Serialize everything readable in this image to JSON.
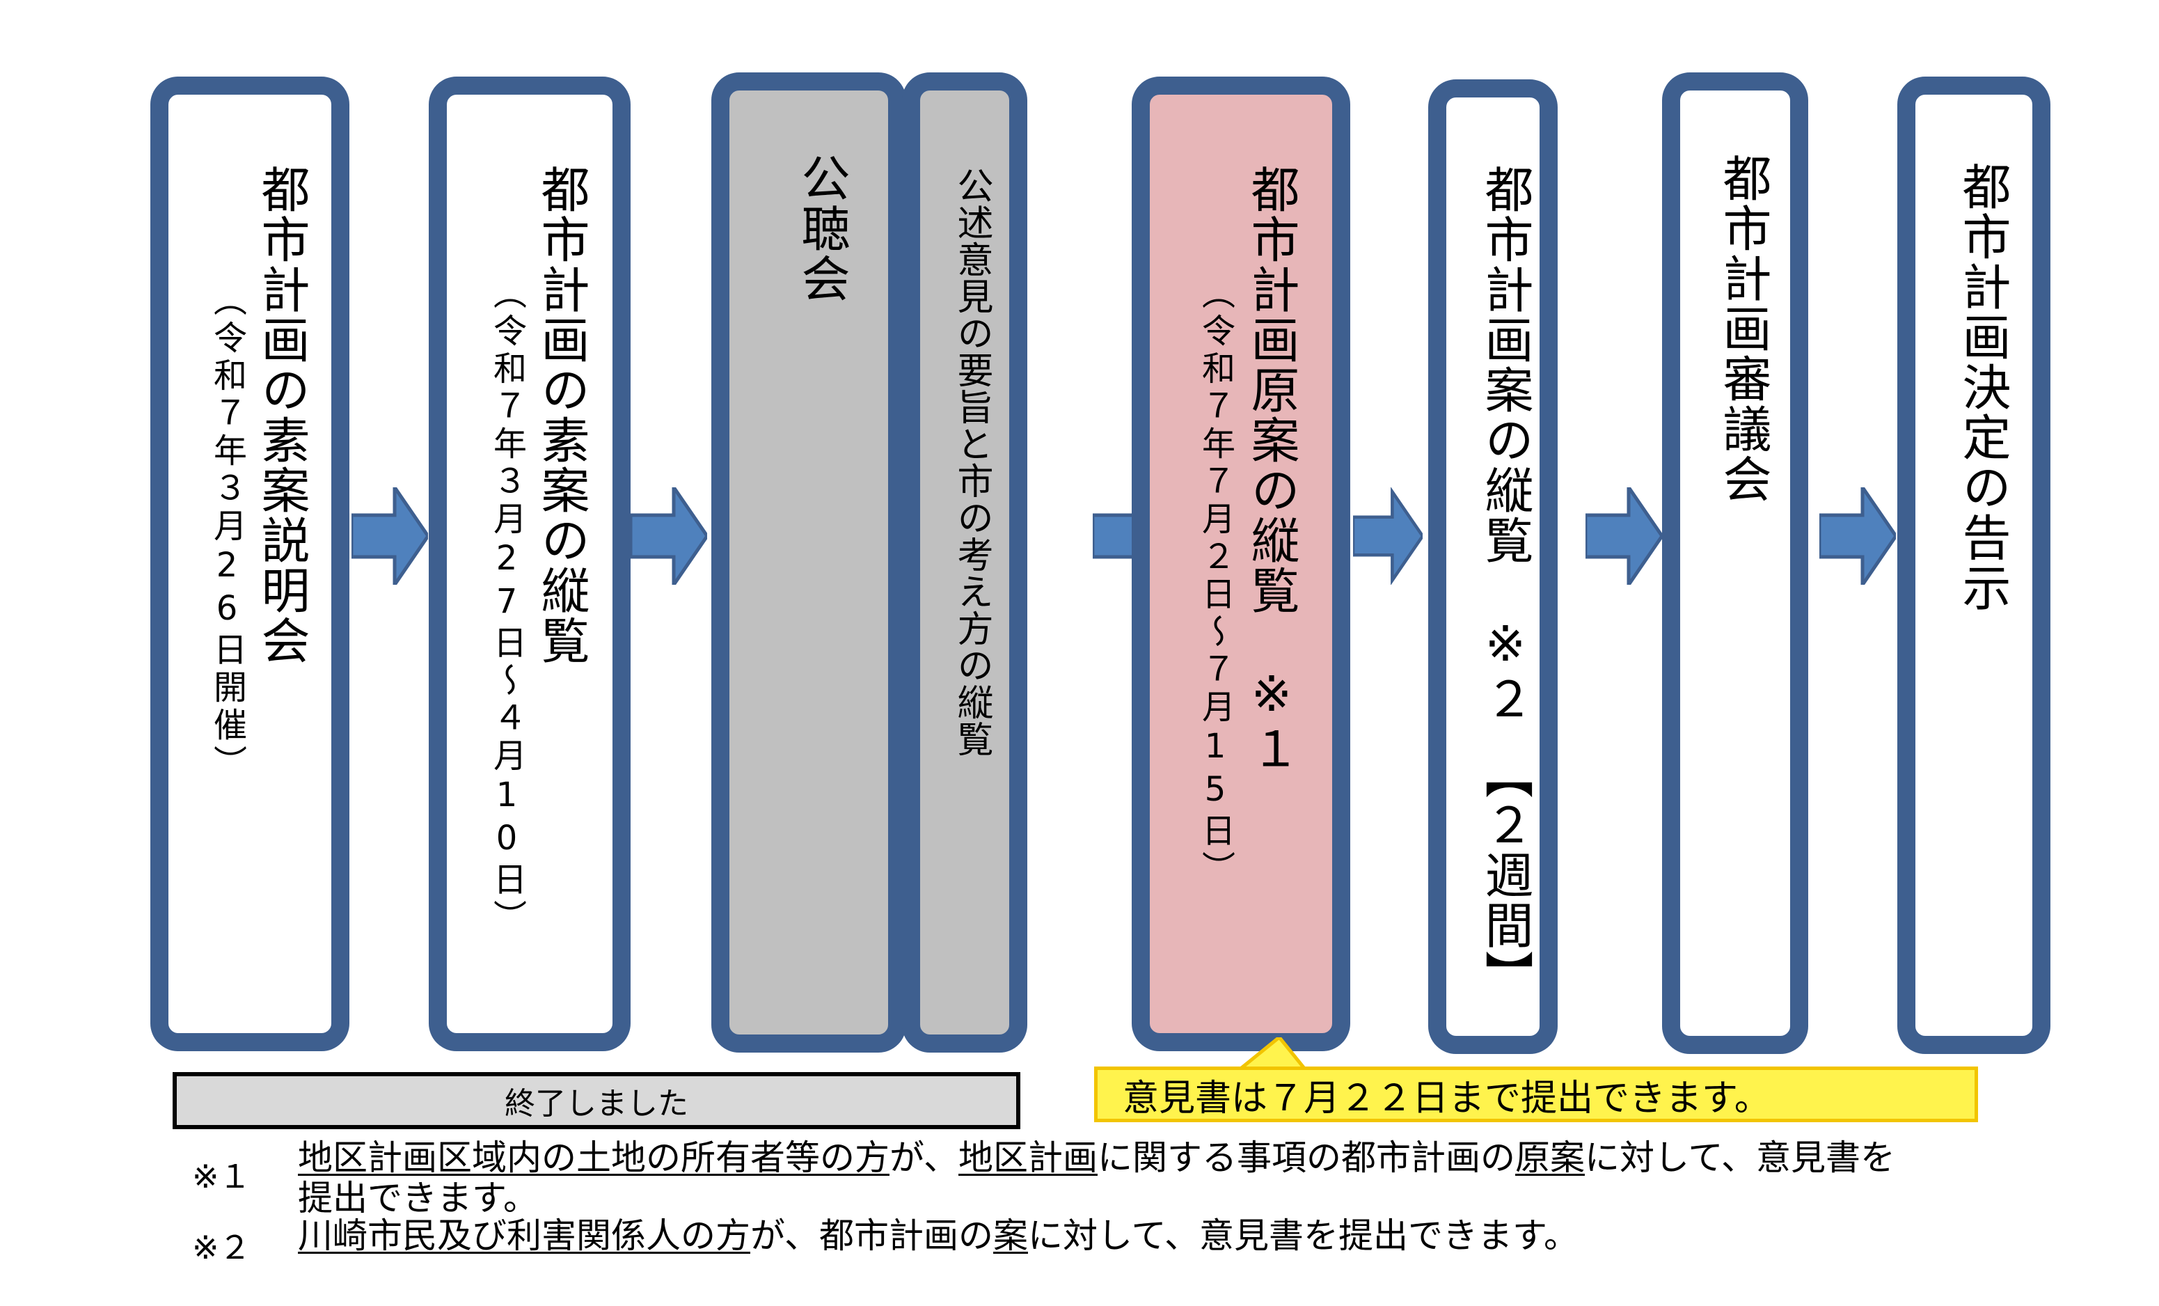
{
  "steps": [
    {
      "title": "都市計画の素案説明会",
      "sub": "（令和７年３月26日開催）"
    },
    {
      "title": "都市計画の素案の縦覧",
      "sub": "（令和７年３月27日～４月10日）"
    },
    {
      "title": "公聴会"
    },
    {
      "title": "公述意見の要旨と市の考え方の縦覧"
    },
    {
      "title": "都市計画原案の縦覧　※１",
      "sub": "（令和７年７月２日～７月15日）"
    },
    {
      "title": "都市計画案の縦覧　※２　【２週間】"
    },
    {
      "title": "都市計画審議会"
    },
    {
      "title": "都市計画決定の告示"
    }
  ],
  "status": "終了しました",
  "callout": "意見書は７月２２日まで提出できます。",
  "notes": [
    {
      "mark": "※１",
      "parts": [
        {
          "text": "地区計画区域内の土地の所有者等の方",
          "underline": true
        },
        {
          "text": "が、",
          "underline": false
        },
        {
          "text": "地区計画",
          "underline": true
        },
        {
          "text": "に関する事項の都市計画の",
          "underline": false
        },
        {
          "text": "原案",
          "underline": true
        },
        {
          "text": "に対して、意見書を",
          "underline": false
        }
      ],
      "line2": "提出できます。"
    },
    {
      "mark": "※２",
      "parts": [
        {
          "text": "川崎市民及び利害関係人の方",
          "underline": true
        },
        {
          "text": "が、都市計画の",
          "underline": false
        },
        {
          "text": "案",
          "underline": true
        },
        {
          "text": "に対して、意見書を提出できます。",
          "underline": false
        }
      ]
    }
  ],
  "colors": {
    "box_border": "#3e5f8f",
    "arrow": "#4f81bd",
    "gray_fill": "#c0c0c0",
    "pink_fill": "#e7b6b8",
    "callout_fill": "#fff34d"
  }
}
